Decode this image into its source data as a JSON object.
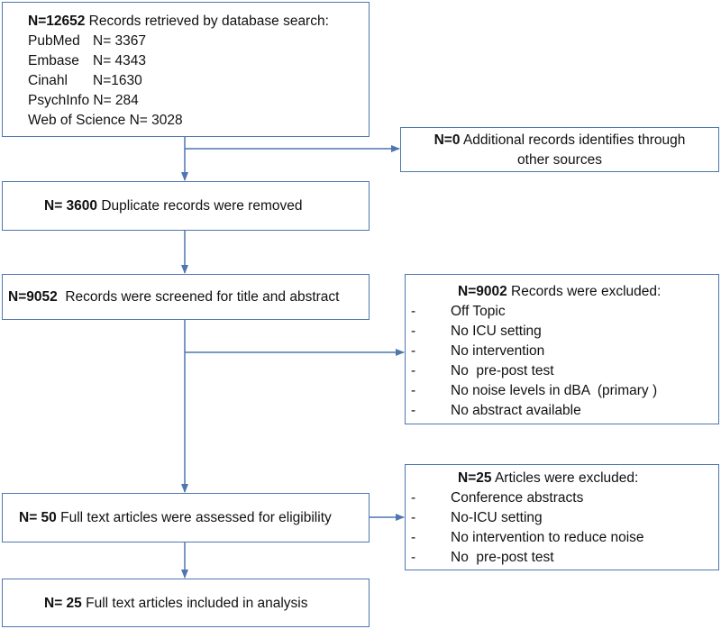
{
  "identification": {
    "count": "N=12652",
    "text": "Records retrieved by database search:",
    "sources": [
      {
        "name": "PubMed",
        "count": "N= 3367"
      },
      {
        "name": "Embase",
        "count": "N= 4343"
      },
      {
        "name": "Cinahl",
        "count": "N=1630"
      },
      {
        "name": "PsychInfo",
        "count": "N= 284"
      },
      {
        "name": "Web of Science",
        "count": "N= 3028"
      }
    ]
  },
  "additional": {
    "count": "N=0",
    "text": "Additional records identifies through",
    "text2": "other sources"
  },
  "duplicates": {
    "count": "N= 3600",
    "text": "Duplicate records were removed"
  },
  "screened": {
    "count": "N=9052",
    "text": "Records were screened for title and abstract"
  },
  "excluded_screening": {
    "count": "N=9002",
    "text": "Records were excluded:",
    "reasons": [
      "Off Topic",
      "No ICU setting",
      "No intervention",
      "No  pre-post test",
      "No noise levels in dBA  (primary )",
      "No abstract available"
    ]
  },
  "fulltext": {
    "count": "N=  50",
    "text": "Full text articles were assessed for eligibility"
  },
  "excluded_fulltext": {
    "count": "N=25",
    "text": "Articles were excluded:",
    "reasons": [
      "Conference abstracts",
      "No-ICU setting",
      "No intervention to reduce noise",
      "No  pre-post test"
    ]
  },
  "included": {
    "count": "N=  25",
    "text": "Full text articles included in analysis"
  },
  "colors": {
    "border": "#4f76b0",
    "arrow": "#4f76b0"
  }
}
